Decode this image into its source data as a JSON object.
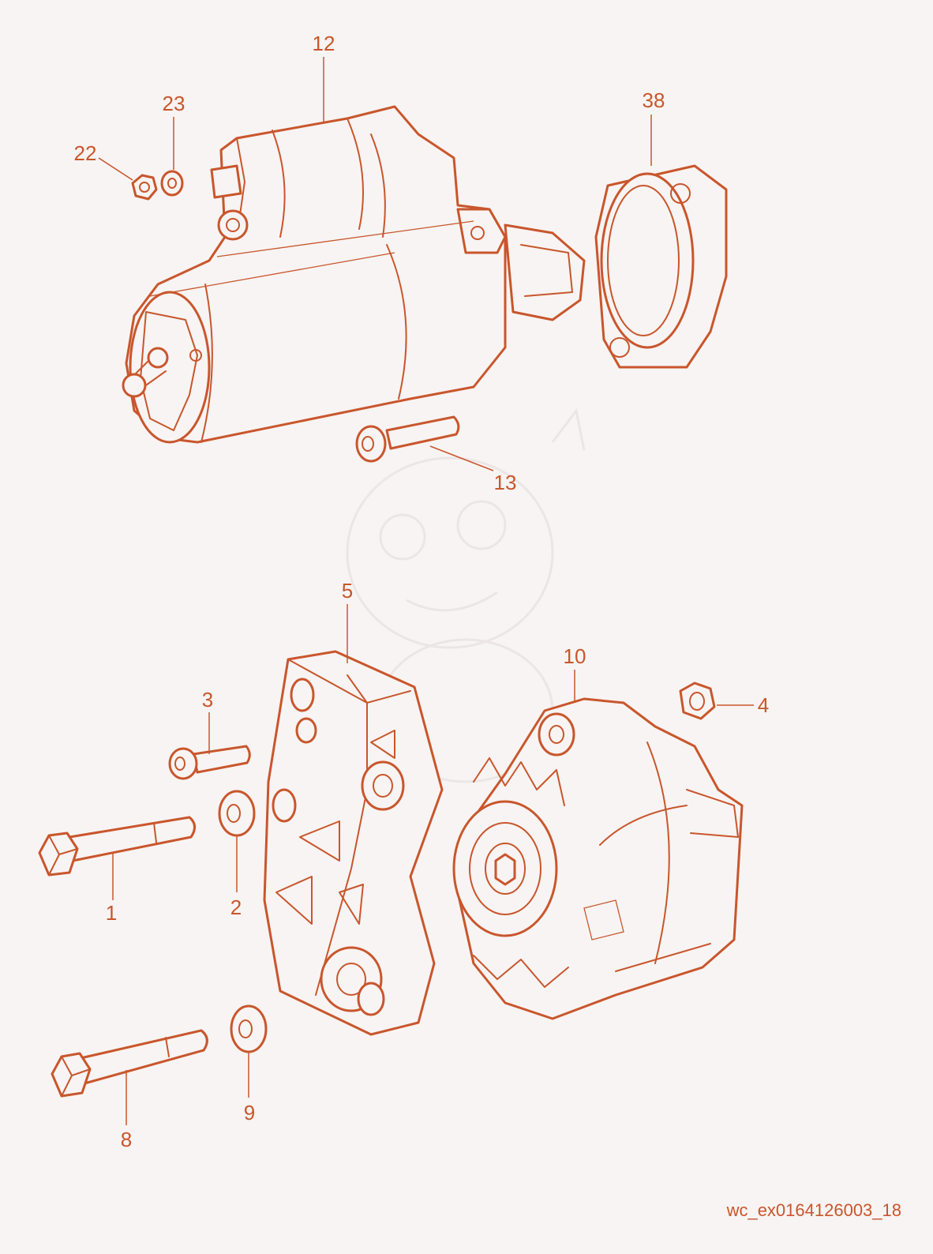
{
  "diagram": {
    "reference_code": "wc_ex0164126003_18",
    "callouts": [
      {
        "id": "c12",
        "label": "12"
      },
      {
        "id": "c23",
        "label": "23"
      },
      {
        "id": "c22",
        "label": "22"
      },
      {
        "id": "c38",
        "label": "38"
      },
      {
        "id": "c13",
        "label": "13"
      },
      {
        "id": "c5",
        "label": "5"
      },
      {
        "id": "c10",
        "label": "10"
      },
      {
        "id": "c3",
        "label": "3"
      },
      {
        "id": "c4",
        "label": "4"
      },
      {
        "id": "c2",
        "label": "2"
      },
      {
        "id": "c1",
        "label": "1"
      },
      {
        "id": "c9",
        "label": "9"
      },
      {
        "id": "c8",
        "label": "8"
      }
    ],
    "colors": {
      "line": "#c9562c",
      "background": "#f7f4f3"
    }
  }
}
